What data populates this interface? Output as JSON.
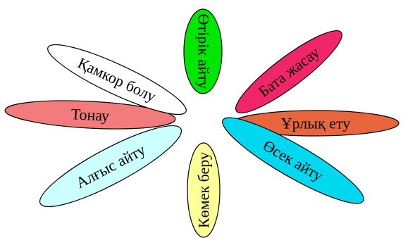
{
  "petals": [
    {
      "id": "otirik-aitu",
      "label": "Өтірік айту",
      "color": "#00e600"
    },
    {
      "id": "bata-zhasau",
      "label": "Бата жасау",
      "color": "#f0256a"
    },
    {
      "id": "urlyk-etu",
      "label": "Ұрлық ету",
      "color": "#e8663d"
    },
    {
      "id": "osek-aitu",
      "label": "Өсек айту",
      "color": "#00d8f0"
    },
    {
      "id": "komek-beru",
      "label": "Көмек беру",
      "color": "#ffff99"
    },
    {
      "id": "algys-aitu",
      "label": "Алғыс айту",
      "color": "#ccffff"
    },
    {
      "id": "tonau",
      "label": "Тонау",
      "color": "#f47b7b"
    },
    {
      "id": "kamkor-bolu",
      "label": "Қамкор болу",
      "color": "#ffffff"
    }
  ]
}
